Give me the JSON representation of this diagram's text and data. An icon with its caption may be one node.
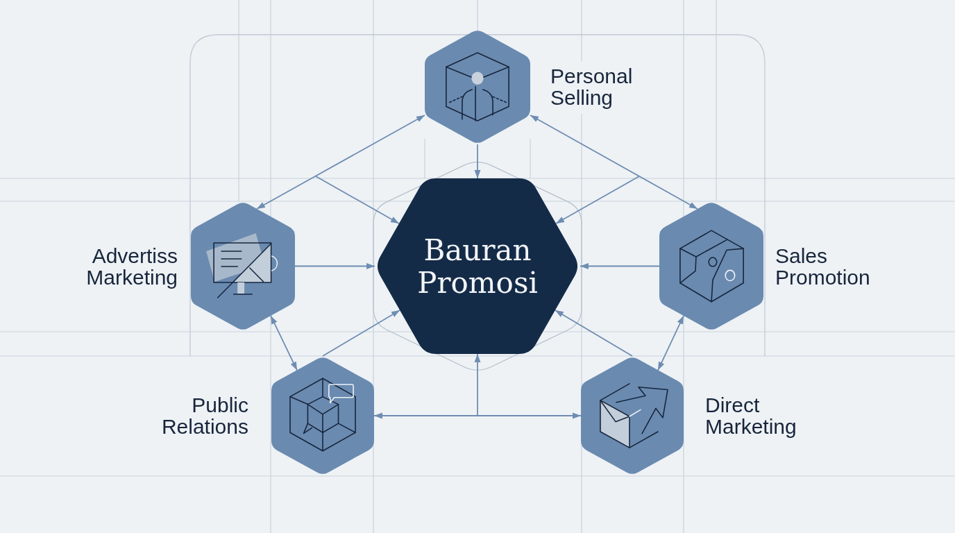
{
  "diagram": {
    "nodes": [
      {
        "text": [
          "Personal Selling"
        ]
      },
      {
        "text": [
          "Advertiss Marketing"
        ]
      },
      {
        "text": [
          "Bauran Promosi"
        ]
      },
      {
        "text": [
          "Sales Promotion"
        ]
      },
      {
        "text": [
          "Public Relations"
        ]
      },
      {
        "text": [
          "Direct Marketing"
        ]
      }
    ],
    "edges": [
      {
        "from": 0,
        "to": 2,
        "arrow": "to"
      },
      {
        "from": 0,
        "to": 1,
        "arrow": "both"
      },
      {
        "from": null,
        "to": 2,
        "arrow": "to"
      },
      {
        "from": 0,
        "to": 3,
        "arrow": "both"
      },
      {
        "from": null,
        "to": 2,
        "arrow": "to"
      },
      {
        "from": 1,
        "to": 2,
        "arrow": "to"
      },
      {
        "from": 3,
        "to": 2,
        "arrow": "to"
      },
      {
        "from": 1,
        "to": 4,
        "arrow": "both"
      },
      {
        "from": 3,
        "to": 5,
        "arrow": "both"
      },
      {
        "from": 4,
        "to": 2,
        "arrow": "to"
      },
      {
        "from": 5,
        "to": 2,
        "arrow": "to"
      },
      {
        "from": 4,
        "to": 5,
        "arrow": "both"
      },
      {
        "from": null,
        "to": 2,
        "arrow": "to"
      }
    ]
  }
}
